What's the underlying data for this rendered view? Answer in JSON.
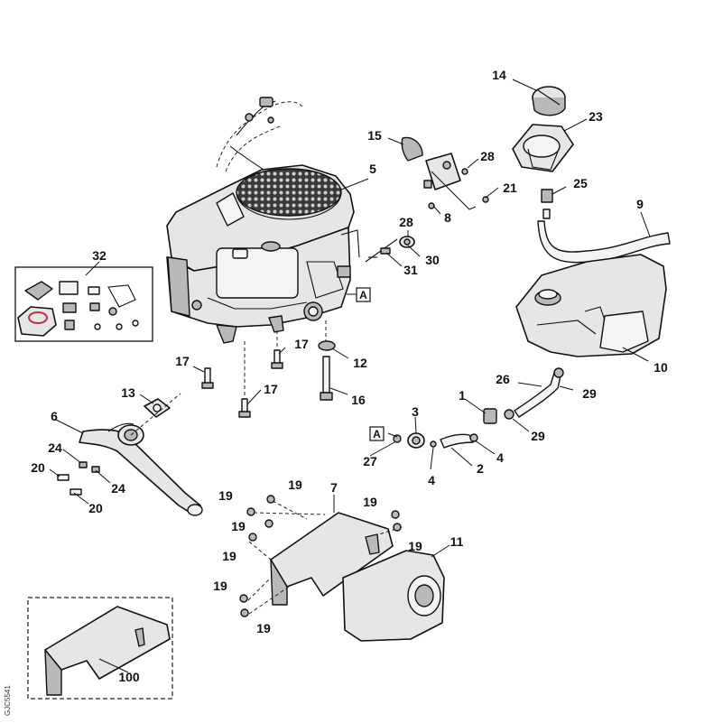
{
  "reference_marks": {
    "a_label": "A"
  },
  "callouts": {
    "c1": "1",
    "c2": "2",
    "c3": "3",
    "c4a": "4",
    "c4b": "4",
    "c5": "5",
    "c6": "6",
    "c7": "7",
    "c8": "8",
    "c9": "9",
    "c10": "10",
    "c11": "11",
    "c12": "12",
    "c13": "13",
    "c14": "14",
    "c15": "15",
    "c16": "16",
    "c17a": "17",
    "c17b": "17",
    "c17c": "17",
    "c19a": "19",
    "c19b": "19",
    "c19c": "19",
    "c19d": "19",
    "c19e": "19",
    "c19f": "19",
    "c19g": "19",
    "c19h": "19",
    "c20a": "20",
    "c20b": "20",
    "c21": "21",
    "c23": "23",
    "c24a": "24",
    "c24b": "24",
    "c25": "25",
    "c26": "26",
    "c27": "27",
    "c28a": "28",
    "c28b": "28",
    "c29a": "29",
    "c29b": "29",
    "c30": "30",
    "c31": "31",
    "c32": "32",
    "c100": "100"
  },
  "side_code": "GJC5541"
}
